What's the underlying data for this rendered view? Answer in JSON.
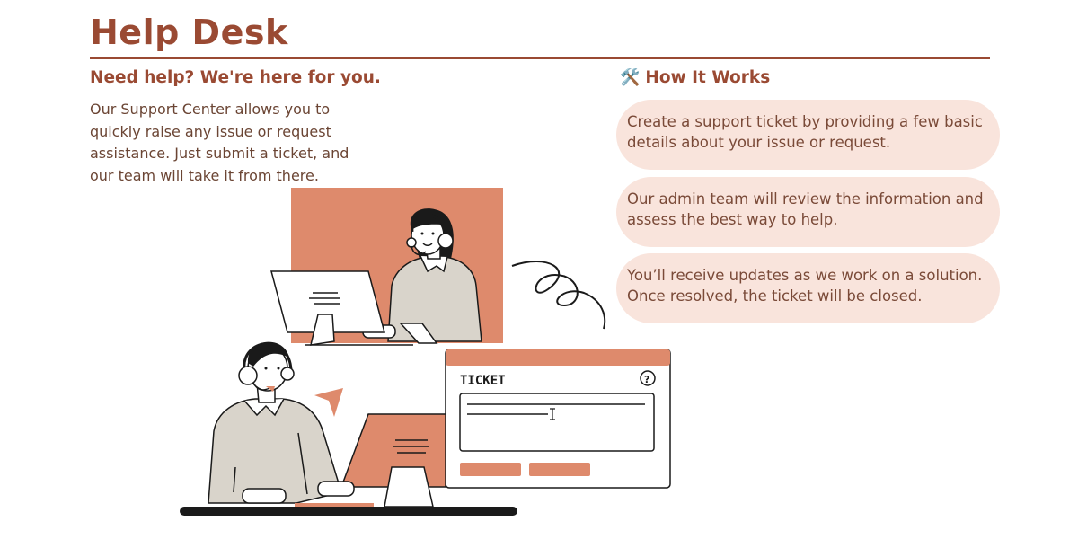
{
  "page": {
    "title": "Help Desk",
    "subtitle": "Need help? We're here for you.",
    "intro": "Our Support Center allows you to quickly raise any issue or request assistance. Just submit a ticket, and our team will take it from there."
  },
  "how_it_works": {
    "icon": "hammer-and-wrench-icon",
    "heading": "How It Works",
    "steps": [
      "Create a support ticket by providing a few basic details about your issue or request.",
      "Our admin team will review the information and assess the best way to help.",
      "You’ll receive updates as we work on a solution. Once resolved, the ticket will be closed."
    ]
  },
  "illustration": {
    "ticket_label": "TICKET",
    "help_glyph": "?",
    "colors": {
      "accent": "#de8a6c",
      "skin_shirt": "#d9d4cb",
      "ink": "#1a1a1a",
      "brand": "#9a4a33"
    }
  }
}
